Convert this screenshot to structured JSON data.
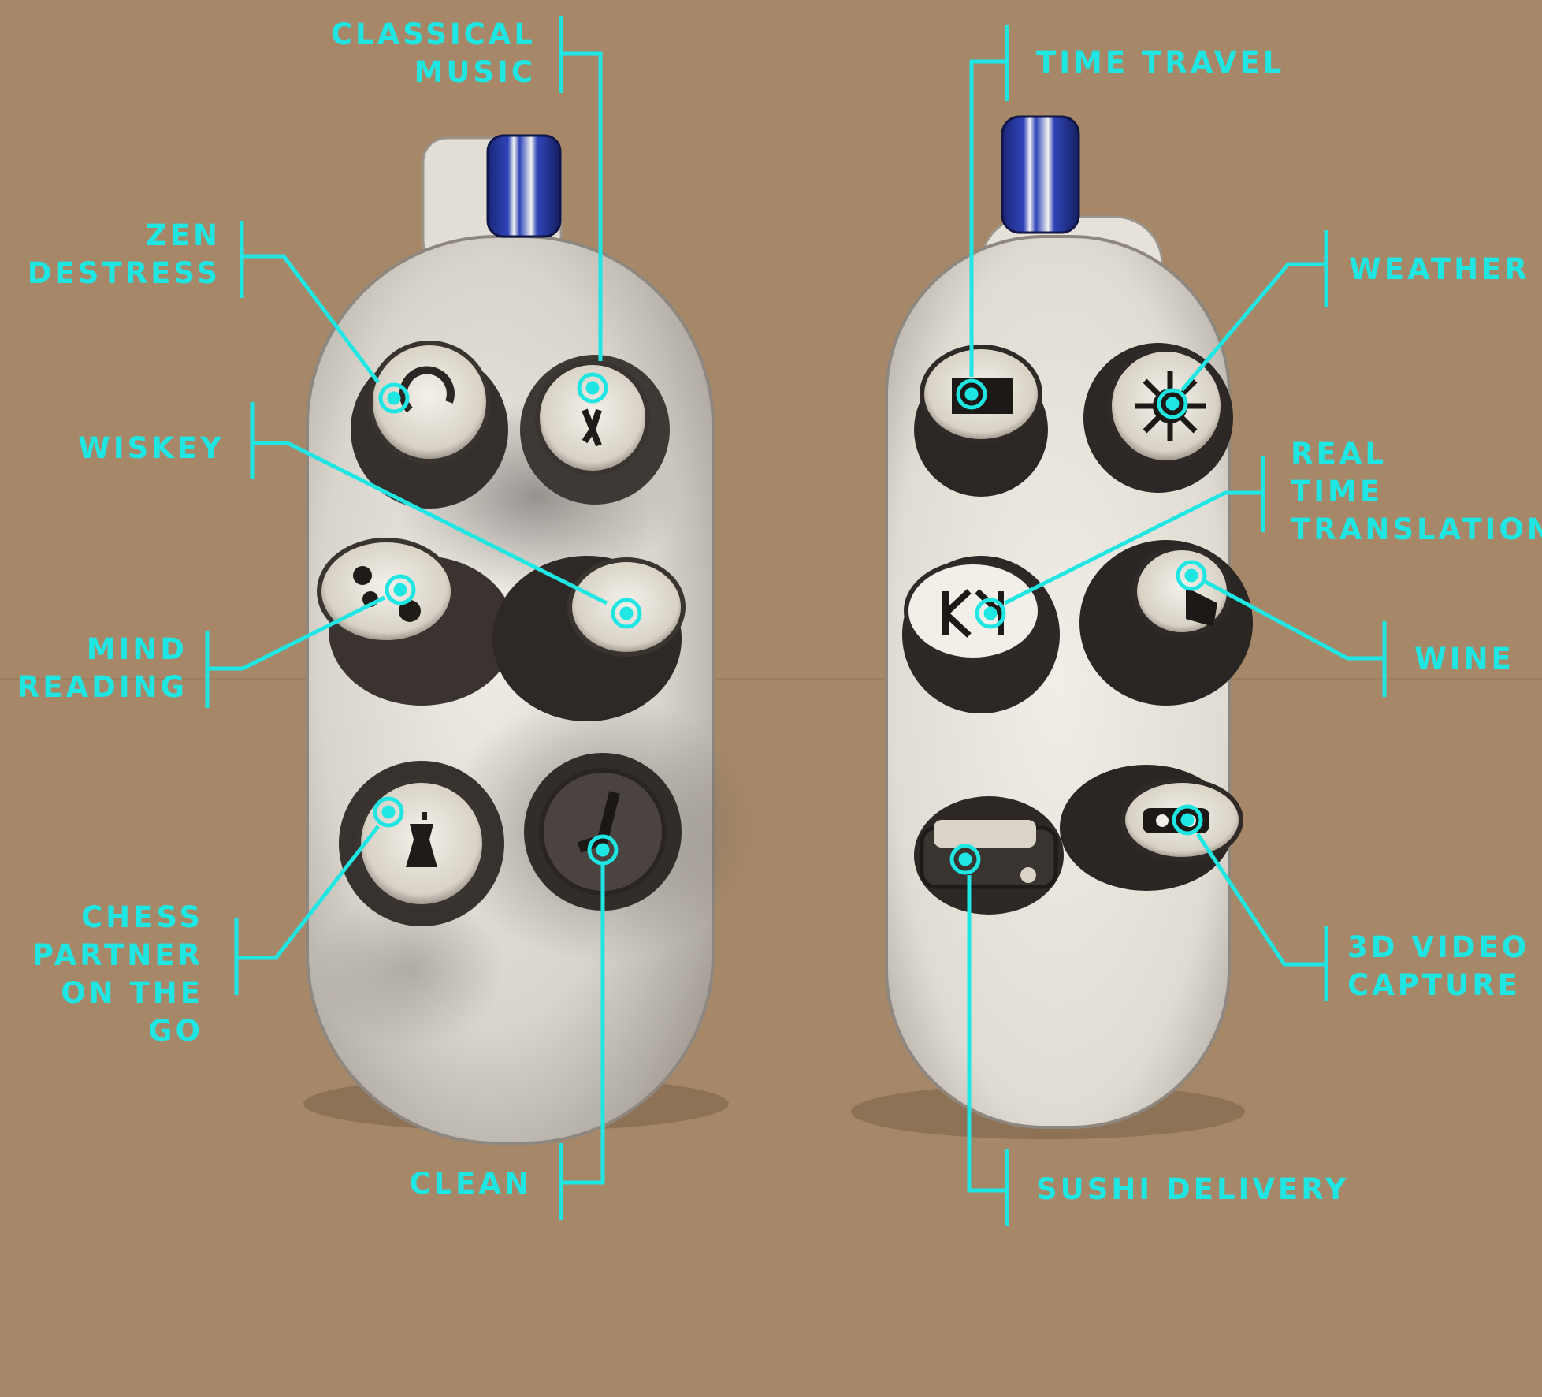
{
  "colors": {
    "annotation": "#1fe6e3",
    "cardboard": "#a8896a",
    "ceramic": "#e9e5dc",
    "glaze_dark": "#2a2827",
    "bead_blue": "#1f2f8f"
  },
  "left_device": {
    "labels": {
      "classical_music": "CLASSICAL\nMUSIC",
      "zen_destress": "ZEN\nDESTRESS",
      "wiskey": "WISKEY",
      "mind_reading": "MIND\nREADING",
      "chess_partner": "CHESS\nPARTNER\nON THE GO",
      "clean": "CLEAN"
    }
  },
  "right_device": {
    "labels": {
      "time_travel": "TIME TRAVEL",
      "weather": "WEATHER",
      "real_time_translation": "REAL\nTIME\nTRANSLATION",
      "wine": "WINE",
      "three_d_video_capture": "3D VIDEO\nCAPTURE",
      "sushi_delivery": "SUSHI DELIVERY"
    }
  }
}
